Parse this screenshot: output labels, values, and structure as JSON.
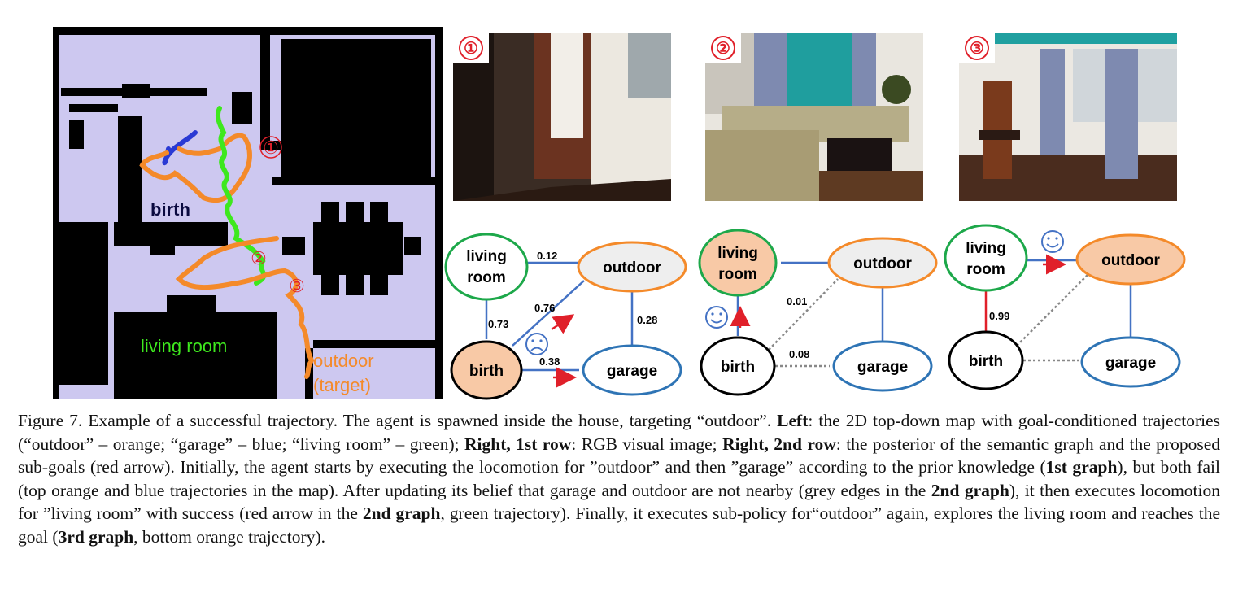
{
  "map": {
    "labels": {
      "birth": "birth",
      "living_room": "living room",
      "outdoor": "outdoor",
      "target": "(target)",
      "marker1": "①",
      "marker2": "②",
      "marker3": "③"
    },
    "colors": {
      "floor": "#cdc8f0",
      "wall": "#000000",
      "outdoor_traj": "#f48a2a",
      "garage_traj": "#2a3ad4",
      "living_traj": "#3ee81e",
      "marker": "#e0202a"
    }
  },
  "views": [
    {
      "number": "①"
    },
    {
      "number": "②"
    },
    {
      "number": "③"
    }
  ],
  "graphs": [
    {
      "nodes": {
        "living": "living\nroom",
        "outdoor": "outdoor",
        "birth": "birth",
        "garage": "garage"
      },
      "edges": {
        "living_outdoor": "0.12",
        "living_birth": "0.73",
        "birth_outdoor": "0.76",
        "outdoor_garage": "0.28",
        "birth_garage": "0.38"
      }
    },
    {
      "nodes": {
        "living": "living\nroom",
        "outdoor": "outdoor",
        "birth": "birth",
        "garage": "garage"
      },
      "edges": {
        "birth_outdoor": "0.01",
        "birth_garage": "0.08"
      }
    },
    {
      "nodes": {
        "living": "living\nroom",
        "outdoor": "outdoor",
        "birth": "birth",
        "garage": "garage"
      },
      "edges": {
        "living_birth": "0.99"
      }
    }
  ],
  "caption": {
    "p1": "Figure 7. Example of a successful trajectory. The agent is spawned inside the house, targeting “outdoor”. ",
    "b1": "Left",
    "p2": ": the 2D top-down map with goal-conditioned trajectories (“outdoor” – orange; “garage” – blue; “living room” – green); ",
    "b2": "Right, 1st row",
    "p3": ": RGB visual image; ",
    "b3": "Right, 2nd row",
    "p4": ": the posterior of the semantic graph and the proposed sub-goals (red arrow). Initially, the agent starts by executing the locomotion for ”outdoor” and then ”garage” according to the prior knowledge (",
    "b4": "1st graph",
    "p5": "), but both fail (top orange and blue trajectories in the map). After updating its belief that garage and outdoor are not nearby (grey edges in the ",
    "b5": "2nd graph",
    "p6": "), it then executes locomotion for ”living room” with success (red arrow in the ",
    "b6": "2nd graph",
    "p7": ", green trajectory). Finally, it executes sub-policy for“outdoor” again, explores the living room and reaches the goal (",
    "b7": "3rd graph",
    "p8": ", bottom orange trajectory)."
  }
}
